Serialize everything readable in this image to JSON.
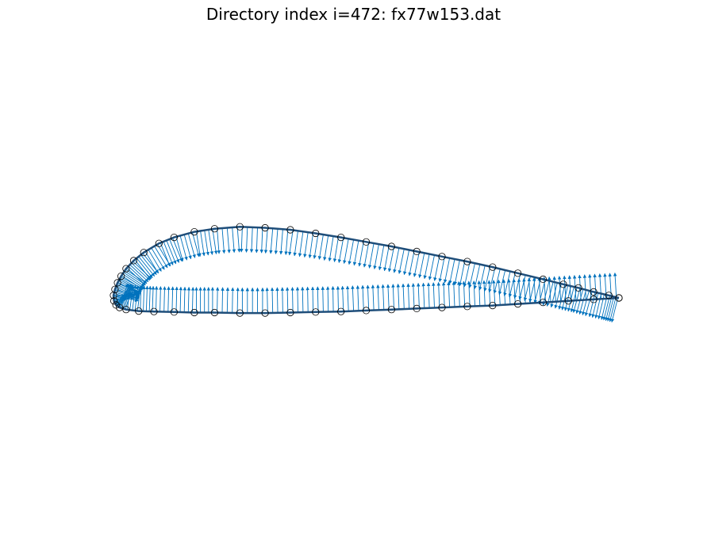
{
  "figure": {
    "title": "Directory index i=472: fx77w153.dat"
  },
  "colors": {
    "airfoil_line": "#1f4e7a",
    "normal_arrows": "#0072bd",
    "node_marker_edge": "#000000",
    "background": "#ffffff"
  },
  "chart_data": {
    "type": "scatter",
    "title": "Directory index i=472: fx77w153.dat",
    "axes_visible": false,
    "grid": false,
    "legend": "none",
    "aspect": "equal",
    "xlim": [
      -0.05,
      1.06
    ],
    "ylim": [
      -0.52,
      0.48
    ],
    "series": [
      {
        "description": "airfoil surface nodes (circles) traced from trailing edge over upper surface to leading edge and back along lower surface",
        "points": [
          [
            1.0,
            0.0
          ],
          [
            0.98,
            0.005
          ],
          [
            0.95,
            0.012
          ],
          [
            0.92,
            0.02
          ],
          [
            0.89,
            0.027
          ],
          [
            0.85,
            0.037
          ],
          [
            0.8,
            0.049
          ],
          [
            0.75,
            0.061
          ],
          [
            0.7,
            0.072
          ],
          [
            0.65,
            0.082
          ],
          [
            0.6,
            0.092
          ],
          [
            0.55,
            0.102
          ],
          [
            0.5,
            0.111
          ],
          [
            0.45,
            0.12
          ],
          [
            0.4,
            0.128
          ],
          [
            0.35,
            0.135
          ],
          [
            0.3,
            0.139
          ],
          [
            0.25,
            0.141
          ],
          [
            0.2,
            0.137
          ],
          [
            0.16,
            0.131
          ],
          [
            0.12,
            0.12
          ],
          [
            0.09,
            0.108
          ],
          [
            0.06,
            0.09
          ],
          [
            0.04,
            0.074
          ],
          [
            0.025,
            0.058
          ],
          [
            0.015,
            0.043
          ],
          [
            0.008,
            0.03
          ],
          [
            0.003,
            0.017
          ],
          [
            0.0,
            0.005
          ],
          [
            0.001,
            -0.006
          ],
          [
            0.005,
            -0.014
          ],
          [
            0.012,
            -0.019
          ],
          [
            0.025,
            -0.023
          ],
          [
            0.05,
            -0.026
          ],
          [
            0.08,
            -0.027
          ],
          [
            0.12,
            -0.028
          ],
          [
            0.16,
            -0.029
          ],
          [
            0.2,
            -0.029
          ],
          [
            0.25,
            -0.03
          ],
          [
            0.3,
            -0.03
          ],
          [
            0.35,
            -0.029
          ],
          [
            0.4,
            -0.028
          ],
          [
            0.45,
            -0.027
          ],
          [
            0.5,
            -0.025
          ],
          [
            0.55,
            -0.023
          ],
          [
            0.6,
            -0.021
          ],
          [
            0.65,
            -0.019
          ],
          [
            0.7,
            -0.017
          ],
          [
            0.75,
            -0.015
          ],
          [
            0.8,
            -0.012
          ],
          [
            0.85,
            -0.009
          ],
          [
            0.9,
            -0.006
          ],
          [
            0.95,
            -0.003
          ],
          [
            1.0,
            0.0
          ]
        ]
      }
    ],
    "normals": {
      "description": "surface normal vectors drawn as arrows at many points along the airfoil contour",
      "arrows_per_segment": 5,
      "length": 0.05
    }
  }
}
